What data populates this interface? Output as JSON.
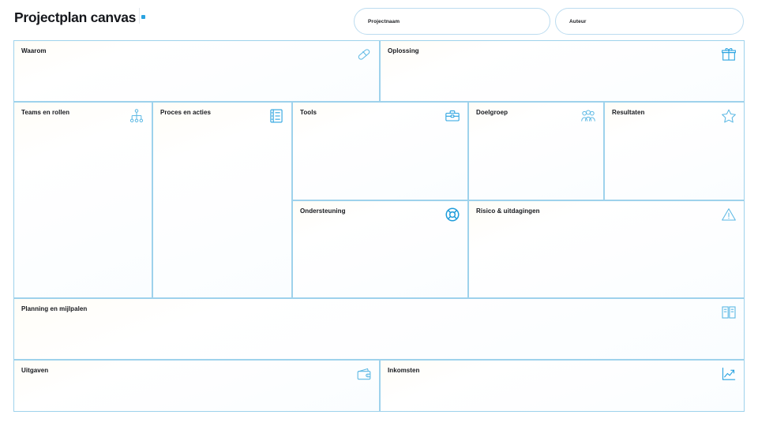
{
  "header": {
    "title": "Projectplan canvas",
    "dot_color": "#2aa3e0",
    "fields": [
      {
        "name": "projectnaam",
        "placeholder": "Projectnaam",
        "value": ""
      },
      {
        "name": "auteur",
        "placeholder": "Auteur",
        "value": ""
      }
    ]
  },
  "canvas": {
    "accent_color": "#2aa3e0",
    "border_color": "#9ed2ec",
    "cells": [
      {
        "key": "waarom",
        "label": "Waarom",
        "icon": "pill-icon",
        "value": ""
      },
      {
        "key": "oplossing",
        "label": "Oplossing",
        "icon": "gift-icon",
        "value": ""
      },
      {
        "key": "teams",
        "label": "Teams en rollen",
        "icon": "org-chart-icon",
        "value": ""
      },
      {
        "key": "proces",
        "label": "Proces en acties",
        "icon": "checklist-icon",
        "value": ""
      },
      {
        "key": "tools",
        "label": "Tools",
        "icon": "toolbox-icon",
        "value": ""
      },
      {
        "key": "doelgroep",
        "label": "Doelgroep",
        "icon": "people-group-icon",
        "value": ""
      },
      {
        "key": "resultaten",
        "label": "Resultaten",
        "icon": "star-icon",
        "value": ""
      },
      {
        "key": "ondersteuning",
        "label": "Ondersteuning",
        "icon": "lifebuoy-icon",
        "value": ""
      },
      {
        "key": "risico",
        "label": "Risico & uitdagingen",
        "icon": "warning-icon",
        "value": ""
      },
      {
        "key": "planning",
        "label": "Planning en mijlpalen",
        "icon": "open-book-icon",
        "value": ""
      },
      {
        "key": "uitgaven",
        "label": "Uitgaven",
        "icon": "wallet-icon",
        "value": ""
      },
      {
        "key": "inkomsten",
        "label": "Inkomsten",
        "icon": "trend-chart-icon",
        "value": ""
      }
    ]
  }
}
